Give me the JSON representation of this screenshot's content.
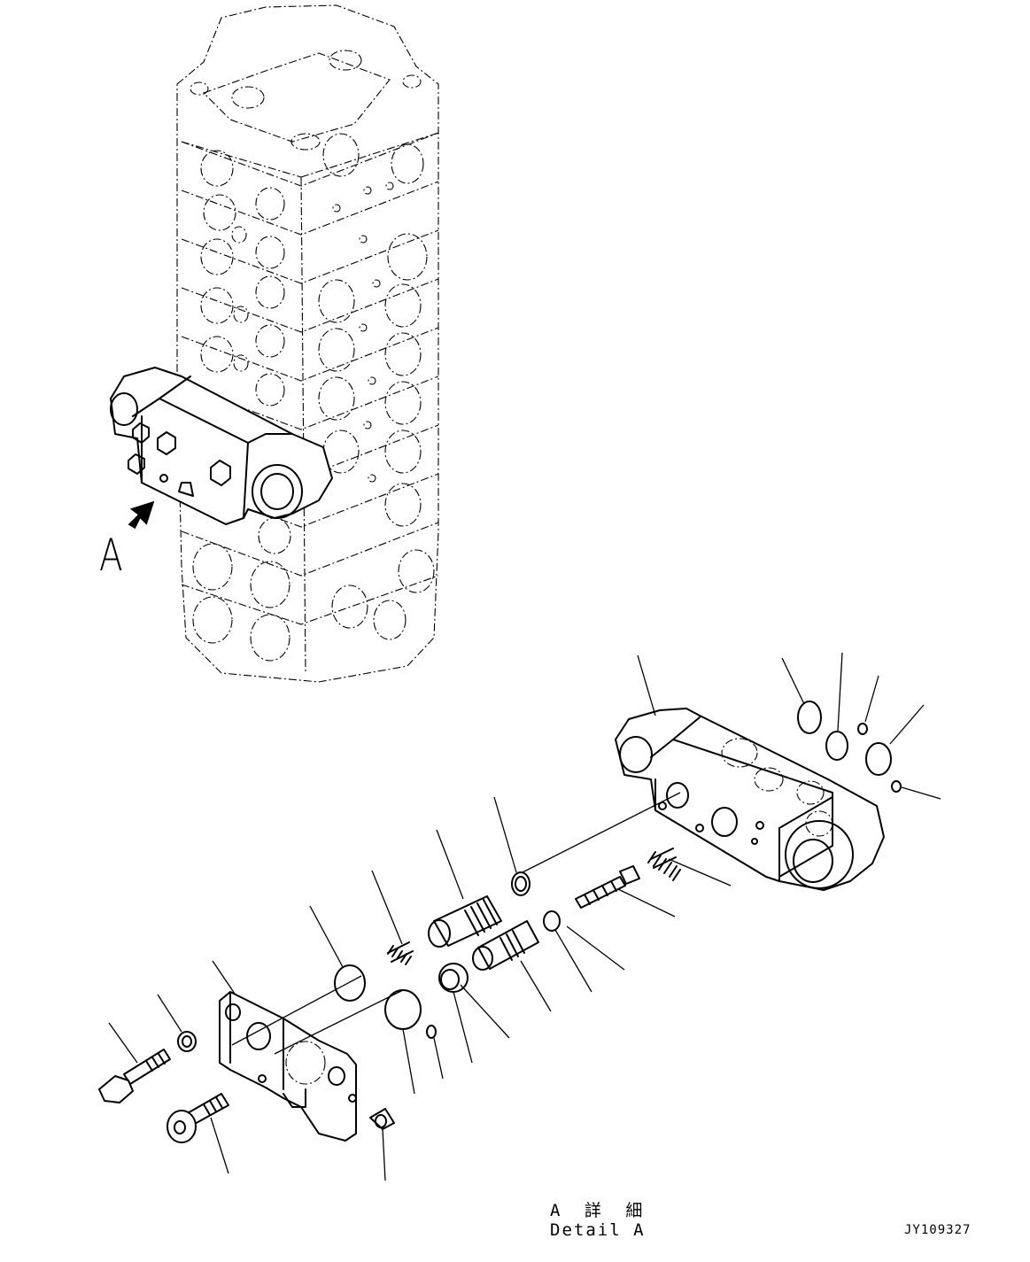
{
  "view_label": "A",
  "detail_caption": {
    "japanese": "A 詳 細",
    "english": "Detail A"
  },
  "drawing_code": "JY109327",
  "icons": [
    "control-valve-assembly",
    "view-arrow",
    "valve-block",
    "poppet",
    "spring",
    "o-ring",
    "plug",
    "bolt",
    "cover-plate",
    "washer",
    "sleeve",
    "backup-ring",
    "screw",
    "shim"
  ]
}
